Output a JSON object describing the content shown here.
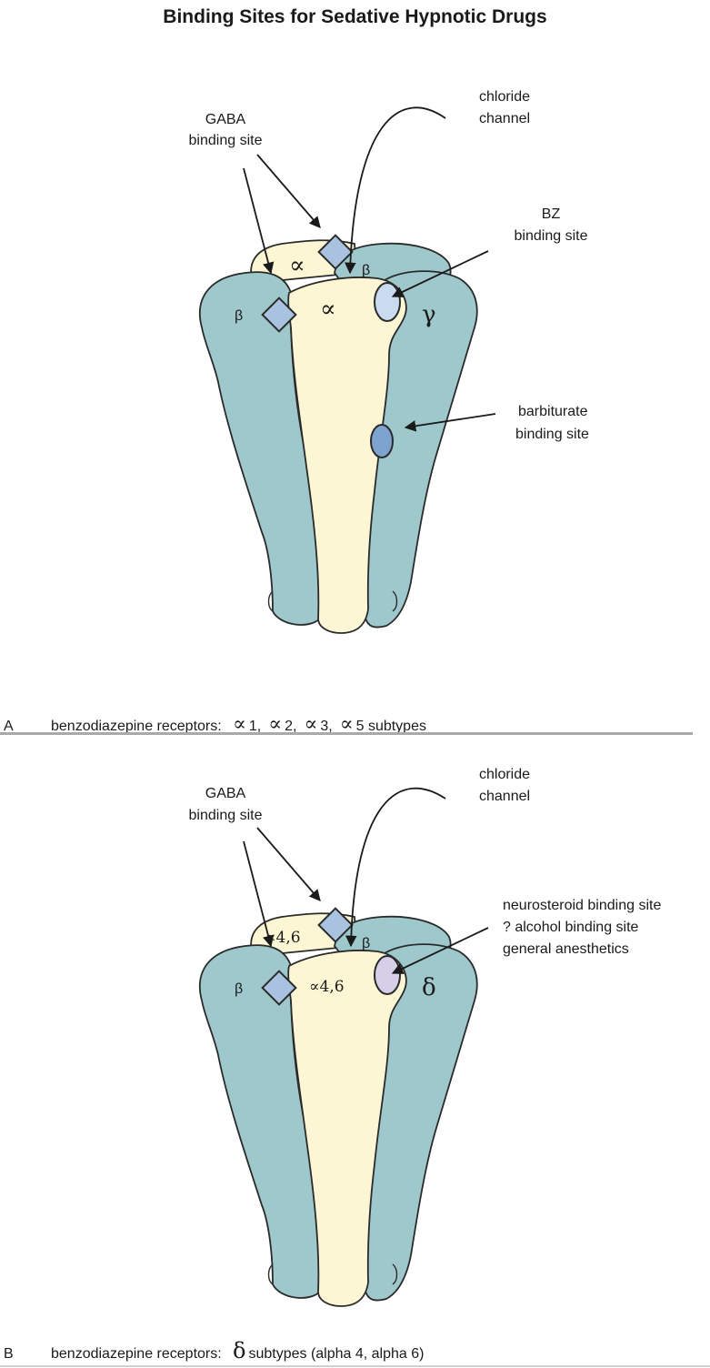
{
  "title": "Binding Sites for Sedative Hypnotic Drugs",
  "colors": {
    "subunit_teal": "#9fc8cc",
    "alpha_cream": "#fdf6d4",
    "gaba_site": "#a9c2e0",
    "bz_site": "#c9dbee",
    "barbiturate_site": "#7fa3cf",
    "neurosteroid_site": "#d6cfe8",
    "outline": "#2a2a2a"
  },
  "panel_a": {
    "letter": "A",
    "labels": {
      "gaba_line1": "GABA",
      "gaba_line2": "binding site",
      "chloride_line1": "chloride",
      "chloride_line2": "channel",
      "bz_line1": "BZ",
      "bz_line2": "binding site",
      "barb_line1": "barbiturate",
      "barb_line2": "binding site"
    },
    "subunits": {
      "beta_left": "β",
      "beta_back": "β",
      "alpha_back": "∝",
      "alpha_front": "∝",
      "gamma": "γ"
    },
    "caption": {
      "prefix": "benzodiazepine receptors:",
      "items": [
        {
          "symbol": "∝",
          "text": "1,"
        },
        {
          "symbol": "∝",
          "text": "2,"
        },
        {
          "symbol": "∝",
          "text": "3,"
        },
        {
          "symbol": "∝",
          "text": "5 subtypes"
        }
      ]
    }
  },
  "panel_b": {
    "letter": "B",
    "labels": {
      "gaba_line1": "GABA",
      "gaba_line2": "binding site",
      "chloride_line1": "chloride",
      "chloride_line2": "channel",
      "neuro_line1": "neurosteroid binding site",
      "neuro_line2": "? alcohol binding site",
      "neuro_line3": "general anesthetics"
    },
    "subunits": {
      "beta_left": "β",
      "beta_back": "β",
      "alpha_back": "∝4,6",
      "alpha_front": "∝4,6",
      "delta": "δ"
    },
    "caption": {
      "prefix": "benzodiazepine receptors:",
      "symbol": "δ",
      "text": "subtypes (alpha 4, alpha 6)"
    }
  }
}
